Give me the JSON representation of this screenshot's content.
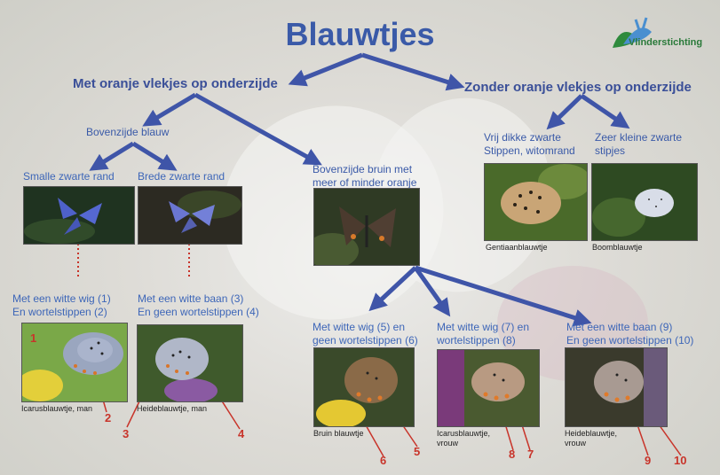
{
  "title": "Blauwtjes",
  "logo_text": "Vlinderstichting",
  "branches": {
    "left": "Met oranje vlekjes op onderzijde",
    "right": "Zonder oranje vlekjes op onderzijde"
  },
  "sub": {
    "blue_upper": "Bovenzijde blauw",
    "brown_upper": [
      "Bovenzijde bruin met",
      "meer of minder oranje"
    ],
    "thick_dots": [
      "Vrij dikke zwarte",
      "Stippen, witomrand"
    ],
    "tiny_dots": [
      "Zeer kleine zwarte",
      "stipjes"
    ],
    "narrow_rim": "Smalle zwarte rand",
    "wide_rim": "Brede zwarte rand"
  },
  "traits": {
    "t1": [
      "Met een witte wig (1)",
      "En wortelstippen (2)"
    ],
    "t2": [
      "Met een witte baan (3)",
      "En geen wortelstippen (4)"
    ],
    "t3": [
      "Met witte wig (5) en",
      "geen wortelstippen (6)"
    ],
    "t4": [
      "Met witte wig (7) en",
      "wortelstippen (8)"
    ],
    "t5": [
      "Met een witte baan (9)",
      "En geen wortelstippen (10)"
    ]
  },
  "captions": {
    "gentiaan": "Gentiaanblauwtje",
    "boom": "Boomblauwtje",
    "icarus_man": "Icarusblauwtje, man",
    "heide_man": "Heideblauwtje, man",
    "bruin": "Bruin blauwtje",
    "icarus_vrouw": [
      "Icarusblauwtje,",
      "vrouw"
    ],
    "heide_vrouw": [
      "Heideblauwtje,",
      "vrouw"
    ]
  },
  "numbers": [
    "1",
    "2",
    "3",
    "4",
    "5",
    "6",
    "7",
    "8",
    "9",
    "10"
  ],
  "colors": {
    "title": "#3a5aa8",
    "arrow": "#3f55a8",
    "number": "#c8342a",
    "label": "#3d66b8"
  }
}
